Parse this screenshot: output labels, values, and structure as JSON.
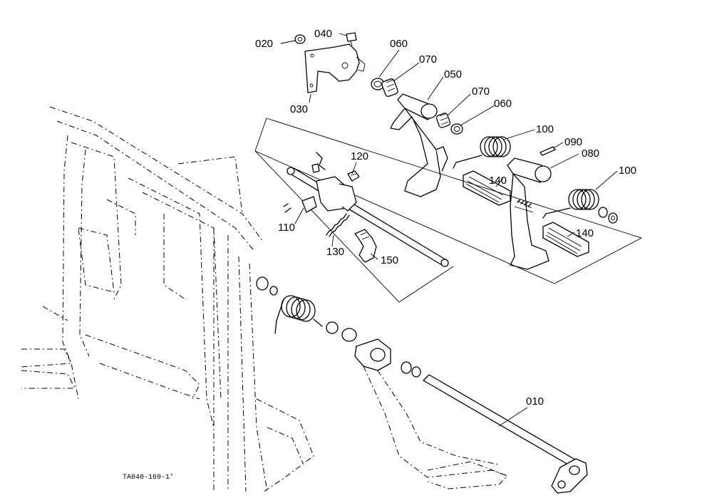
{
  "drawing_code": "TA040-169-1'",
  "labels": {
    "p010": "010",
    "p020": "020",
    "p030": "030",
    "p040": "040",
    "p050": "050",
    "p060a": "060",
    "p060b": "060",
    "p070a": "070",
    "p070b": "070",
    "p080": "080",
    "p090": "090",
    "p100a": "100",
    "p100b": "100",
    "p110": "110",
    "p120": "120",
    "p130": "130",
    "p140a": "140",
    "p140b": "140",
    "p150": "150"
  }
}
